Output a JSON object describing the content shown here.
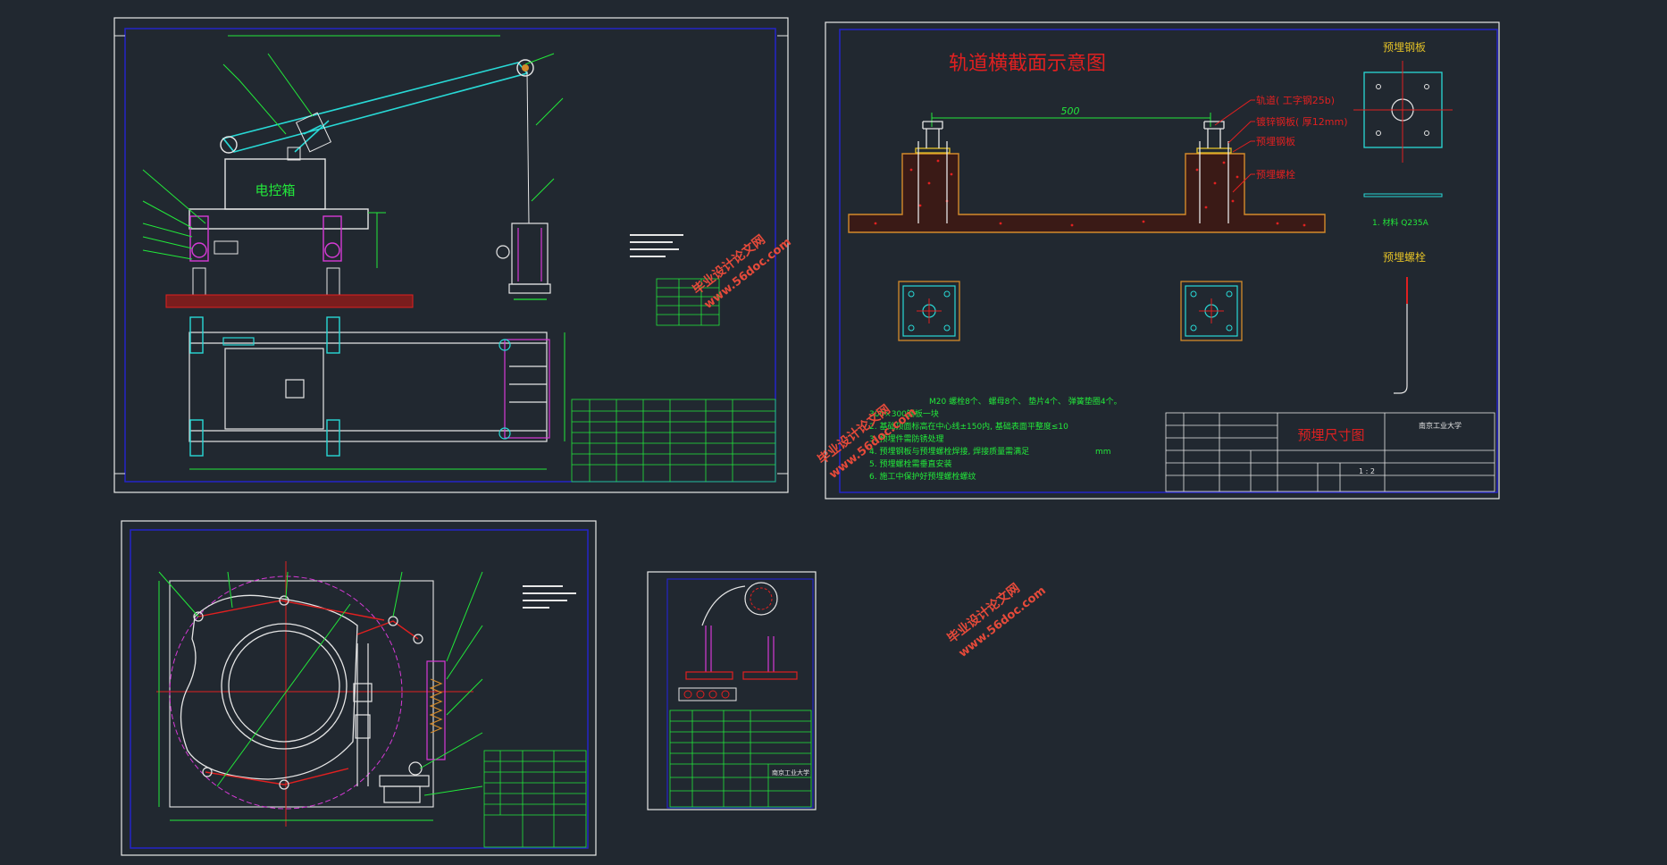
{
  "colors": {
    "background": "#212830",
    "sheet_border": "#e8e8e8",
    "frame": "#2424c8",
    "line_green": "#22e83a",
    "line_cyan": "#28d9d6",
    "line_red": "#e02020",
    "line_magenta": "#d63ad6",
    "line_white": "#e6e6e6",
    "concrete_orange": "#d48a2a",
    "plate_yellow": "#e2c027",
    "watermark": "#e64a3a"
  },
  "sheet1": {
    "label_control_box": "电控箱"
  },
  "sheet2": {
    "title": "轨道横截面示意图",
    "dim_span": "500",
    "callout_rail": "轨道( 工字钢25b)",
    "callout_steel_plate": "镀锌钢板( 厚12mm)",
    "callout_embed_plate": "预埋钢板",
    "callout_embed_bolt": "预埋螺栓",
    "right_title_plate": "预埋钢板",
    "right_title_bolt": "预埋螺栓",
    "material_note": "1. 材料 Q235A",
    "notes": [
      "M20 螺栓8个、 螺母8个、 垫片4个、 弹簧垫圈4个。",
      "300×300钢板一块",
      "2. 基础顶面标高在中心线±150内, 基础表面平整度≤10",
      "3. 预埋件需防锈处理",
      "4. 预埋钢板与预埋螺栓焊接, 焊接质量需满足",
      "5. 预埋螺栓需垂直安装",
      "6. 施工中保护好预埋螺栓螺纹"
    ],
    "unit": "mm",
    "title_block_name": "预埋尺寸图",
    "title_block_school": "南京工业大学",
    "title_block_scale": "1 : 2"
  },
  "sheet4": {
    "school": "南京工业大学"
  },
  "watermarks": [
    {
      "line1": "毕业设计论文网",
      "line2": "www.56doc.com"
    },
    {
      "line1": "毕业设计论文网",
      "line2": "www.56doc.com"
    },
    {
      "line1": "毕业设计论文网",
      "line2": "www.56doc.com"
    }
  ]
}
